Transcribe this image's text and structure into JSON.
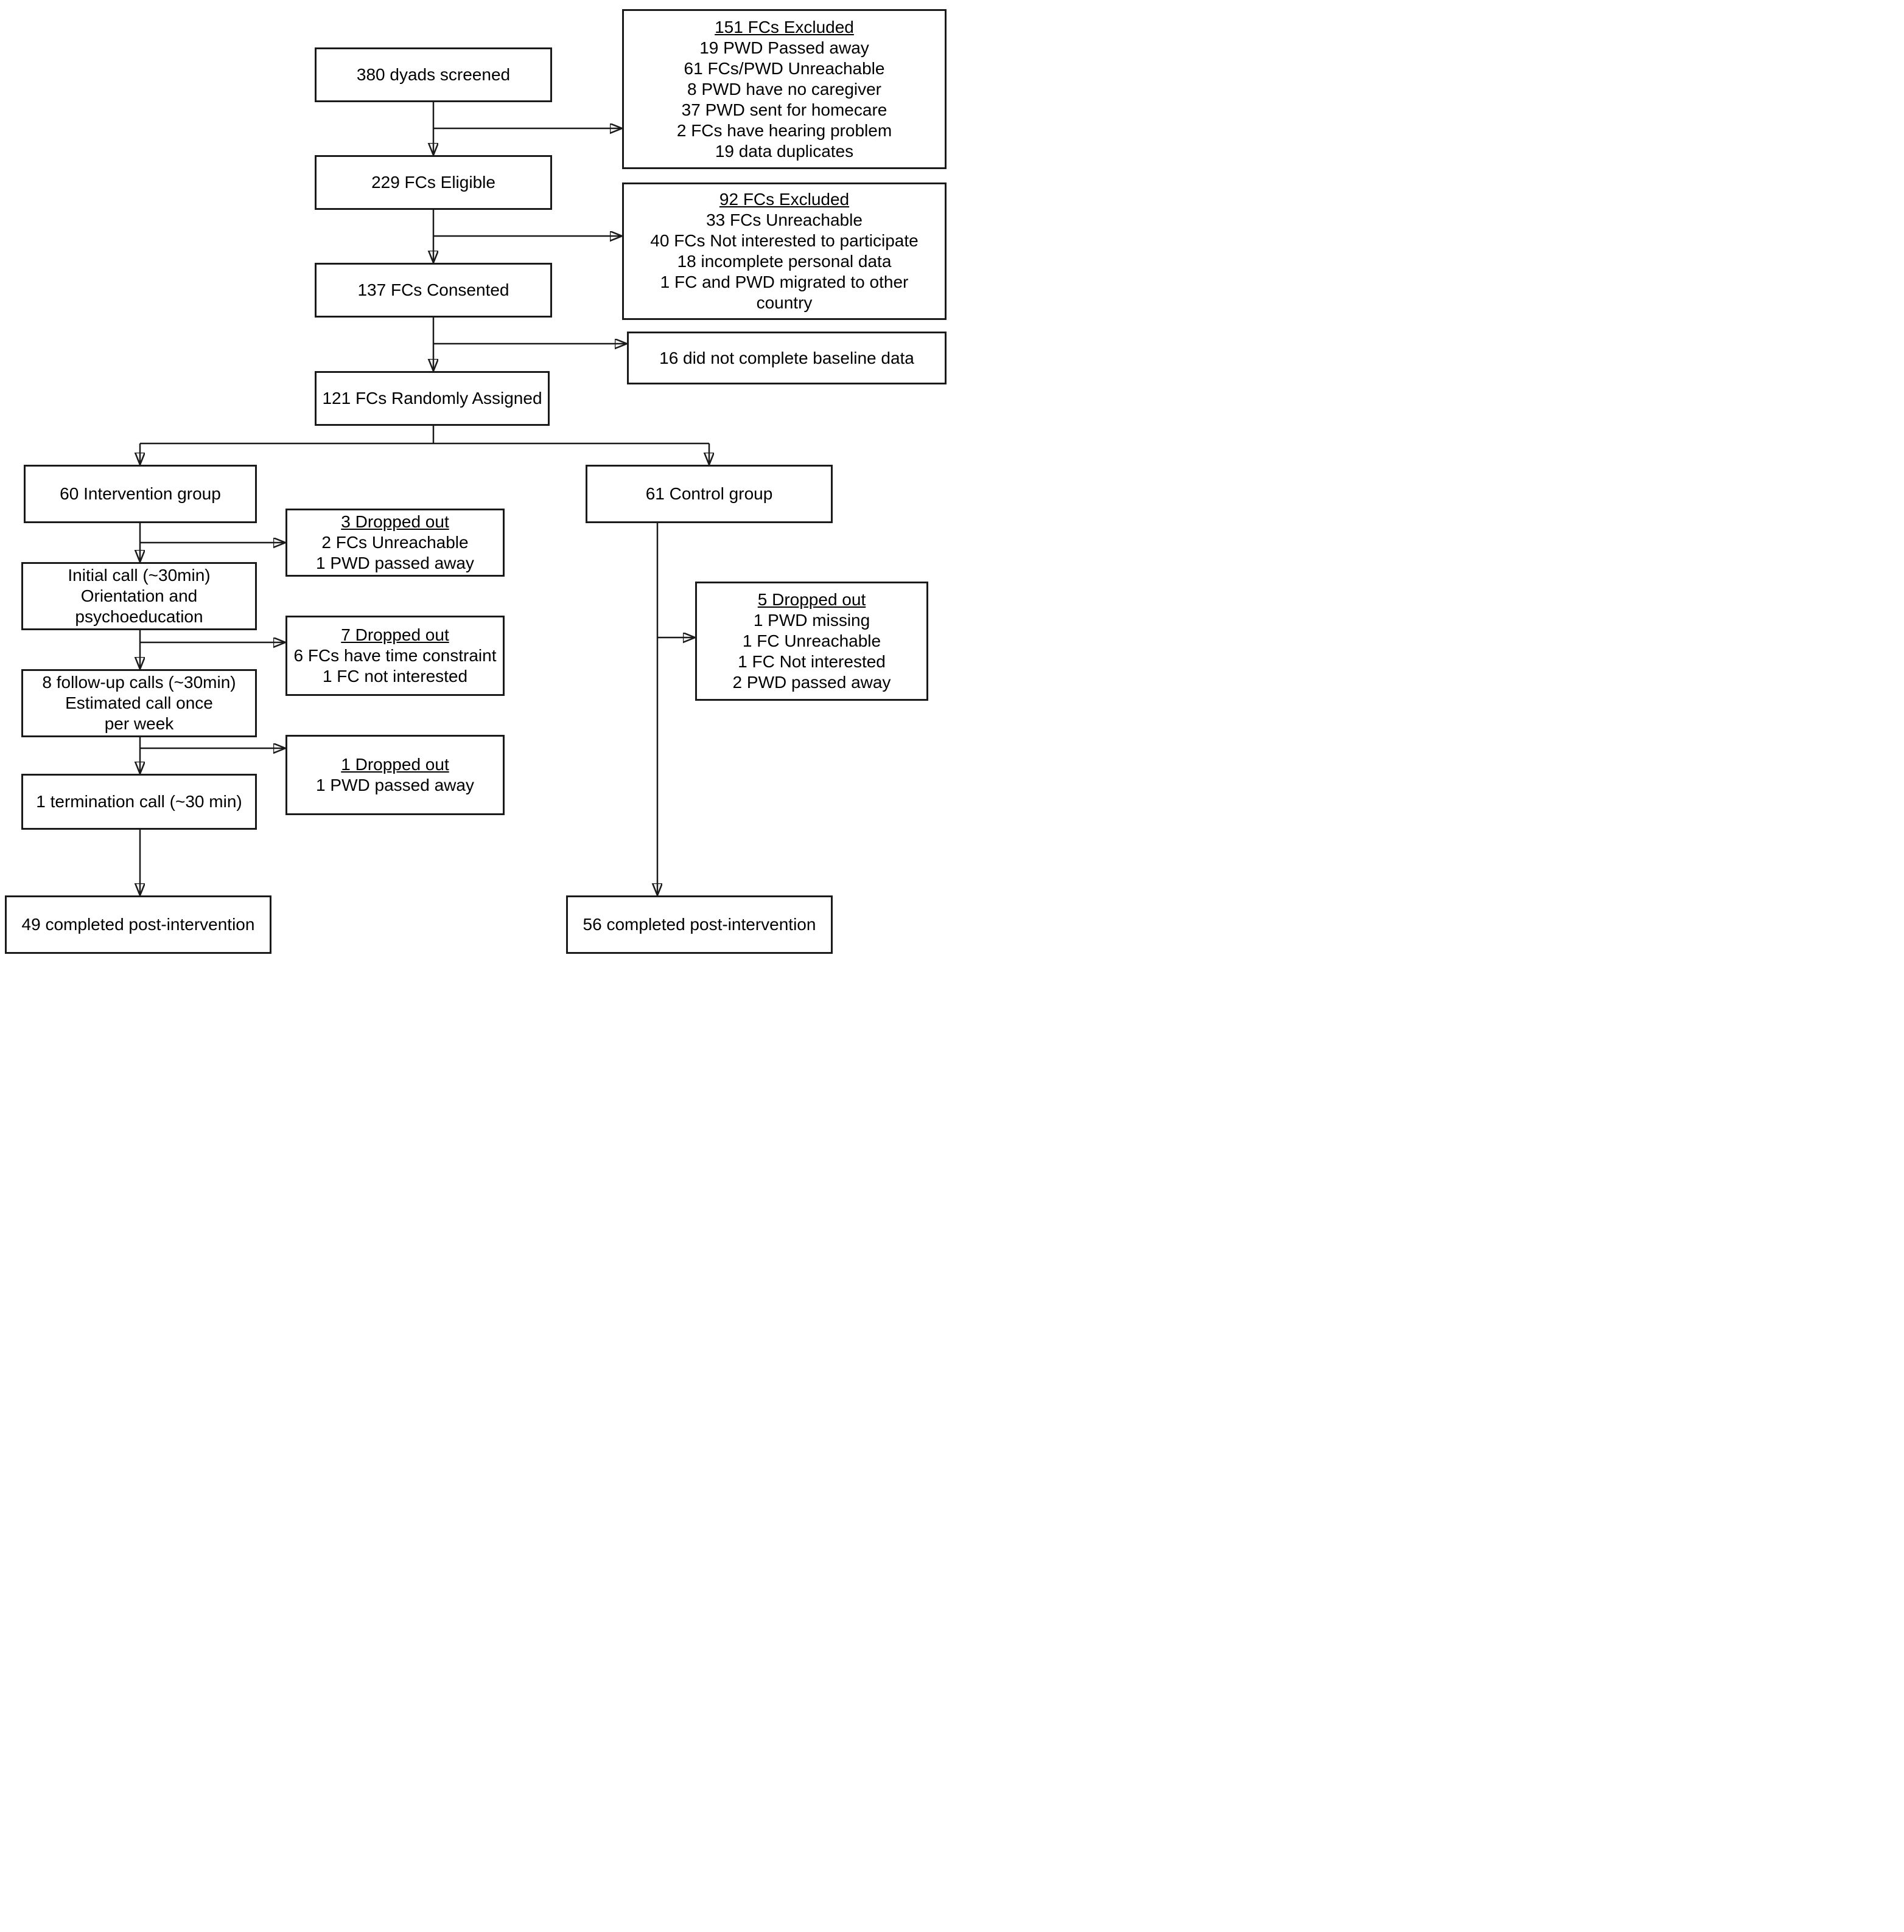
{
  "colors": {
    "background": "#ffffff",
    "box_border": "#1a1a1a",
    "line": "#1a1a1a",
    "text": "#000000"
  },
  "boxes": {
    "screened": {
      "label": "380 dyads screened"
    },
    "excluded151": {
      "heading": "151 FCs Excluded",
      "lines": [
        "19 PWD Passed away",
        "61 FCs/PWD Unreachable",
        "8 PWD have no caregiver",
        "37 PWD sent for homecare",
        "2 FCs have hearing problem",
        "19 data duplicates"
      ]
    },
    "eligible": {
      "label": "229 FCs Eligible"
    },
    "excluded92": {
      "heading": "92 FCs Excluded",
      "lines": [
        "33 FCs Unreachable",
        "40 FCs Not interested to participate",
        "18 incomplete personal data",
        "1 FC and PWD migrated to other",
        "country"
      ]
    },
    "consented": {
      "label": "137 FCs Consented"
    },
    "baseline": {
      "label": "16 did not complete baseline data"
    },
    "randomized": {
      "label": "121 FCs Randomly Assigned"
    },
    "intervention": {
      "label": "60 Intervention group"
    },
    "dropout3": {
      "heading": "3 Dropped out",
      "lines": [
        "2 FCs Unreachable",
        "1 PWD passed away"
      ]
    },
    "initial_call": {
      "lines": [
        "Initial call (~30min)",
        "Orientation and",
        "psychoeducation"
      ]
    },
    "dropout7": {
      "heading": "7 Dropped out",
      "lines": [
        "6 FCs have time constraint",
        "1 FC not interested"
      ]
    },
    "followup": {
      "lines": [
        "8 follow-up calls (~30min)",
        "Estimated call once",
        "per week"
      ]
    },
    "dropout1": {
      "heading": "1 Dropped out",
      "lines": [
        "1 PWD passed away"
      ]
    },
    "termination": {
      "label": "1 termination call (~30 min)"
    },
    "completed_intervention": {
      "label": "49 completed post-intervention"
    },
    "control": {
      "label": "61 Control group"
    },
    "dropout5": {
      "heading": "5 Dropped out",
      "lines": [
        "1 PWD missing",
        "1 FC Unreachable",
        "1 FC Not interested",
        "2 PWD passed away"
      ]
    },
    "completed_control": {
      "label": "56 completed post-intervention"
    }
  }
}
